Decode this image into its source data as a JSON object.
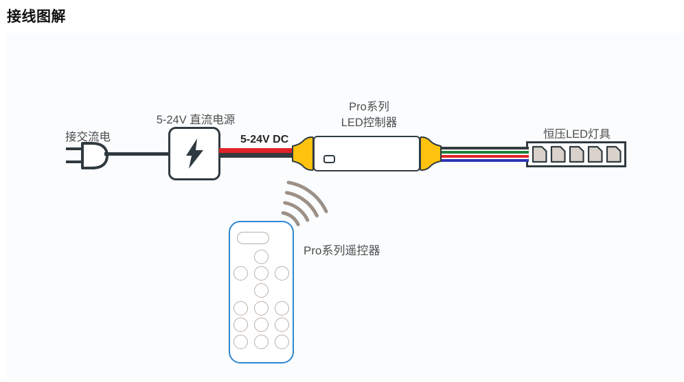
{
  "title": "接线图解",
  "diagram": {
    "labels": {
      "ac_input": "接交流电",
      "power_supply": "5-24V 直流电源",
      "dc_wire": "5-24V DC",
      "controller_line1": "Pro系列",
      "controller_line2": "LED控制器",
      "led_strip": "恒压LED灯具",
      "remote": "Pro系列遥控器"
    },
    "icons": {
      "plug": "ac-plug-icon",
      "lightning": "lightning-bolt-icon",
      "waves": "wireless-signal-icon"
    }
  },
  "colors": {
    "outline": "#2f3a40",
    "yellow": "#ffc20e",
    "red": "#e02227",
    "green": "#1f7e3c",
    "blue": "#2b35b5",
    "black_wire": "#343b40",
    "remote_border": "#2e86d0",
    "btn_outline": "#b9aea6",
    "wave": "#9c9087",
    "chip": "#d9d2cb",
    "panel": "#fafcfe",
    "label": "#4d4d4d",
    "title": "#111111"
  }
}
